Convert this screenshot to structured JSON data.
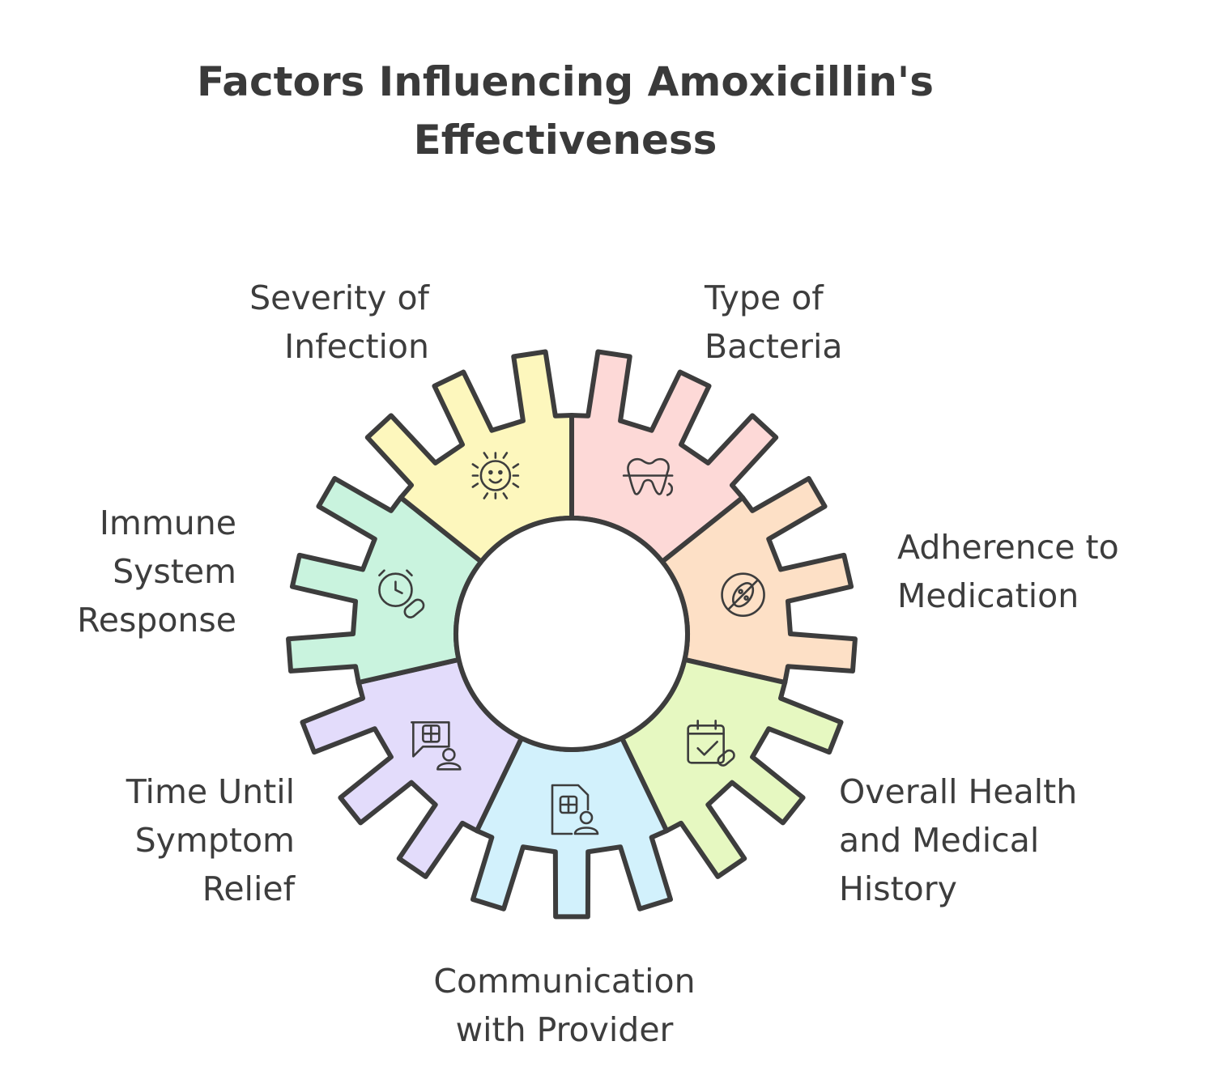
{
  "title": {
    "line1": "Factors Influencing Amoxicillin's",
    "line2": "Effectiveness"
  },
  "segments": [
    {
      "id": "severity",
      "lines": [
        "Severity of",
        "Infection"
      ],
      "color": "#fdd9d7",
      "icon": "tooth-icon"
    },
    {
      "id": "bacteria",
      "lines": [
        "Type of",
        "Bacteria"
      ],
      "color": "#fde0c6",
      "icon": "bacteria-icon"
    },
    {
      "id": "adherence",
      "lines": [
        "Adherence to",
        "Medication"
      ],
      "color": "#e6f8c1",
      "icon": "calendar-pill-icon"
    },
    {
      "id": "health",
      "lines": [
        "Overall Health",
        "and Medical",
        "History"
      ],
      "color": "#d2f1fc",
      "icon": "medical-record-icon"
    },
    {
      "id": "communication",
      "lines": [
        "Communication",
        "with Provider"
      ],
      "color": "#e3dcfb",
      "icon": "chat-doctor-icon"
    },
    {
      "id": "time",
      "lines": [
        "Time Until",
        "Symptom",
        "Relief"
      ],
      "color": "#c9f3de",
      "icon": "clock-pill-icon"
    },
    {
      "id": "immune",
      "lines": [
        "Immune",
        "System",
        "Response"
      ],
      "color": "#fdf7bd",
      "icon": "sun-smile-icon"
    }
  ]
}
